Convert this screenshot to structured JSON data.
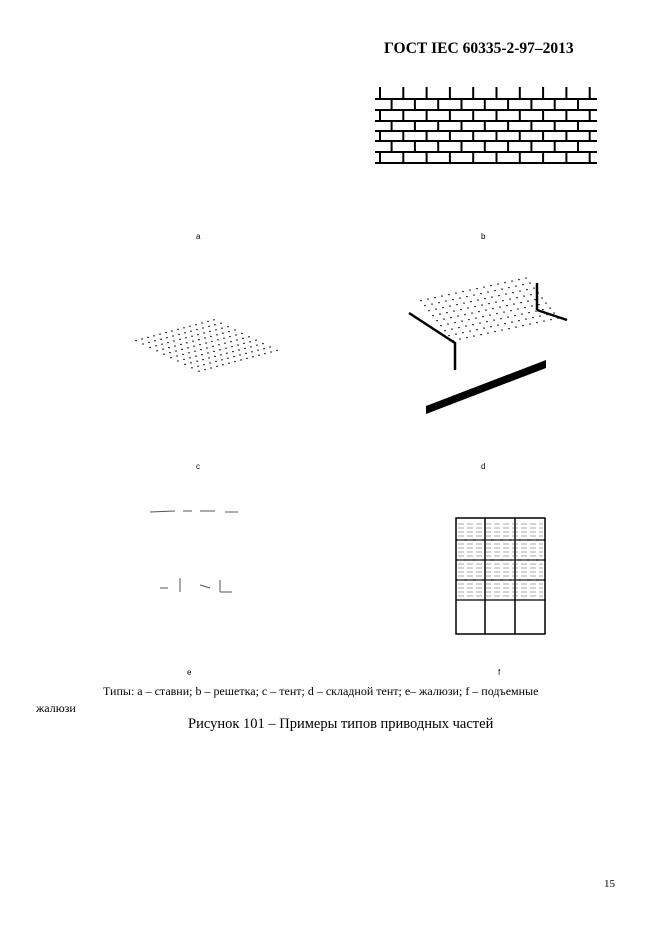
{
  "header": {
    "standard": "ГОСТ IEC 60335-2-97–2013"
  },
  "figures": [
    {
      "label": "a"
    },
    {
      "label": "b"
    },
    {
      "label": "c"
    },
    {
      "label": "d"
    },
    {
      "label": "e"
    },
    {
      "label": "f"
    }
  ],
  "legend": {
    "line1": "Типы: a – ставни;  b  – решетка;  c – тент;  d – складной тент;  e– жалюзи; f – подъемные",
    "line2": "жалюзи"
  },
  "caption": "Рисунок 101 – Примеры типов приводных частей",
  "page_number": "15"
}
